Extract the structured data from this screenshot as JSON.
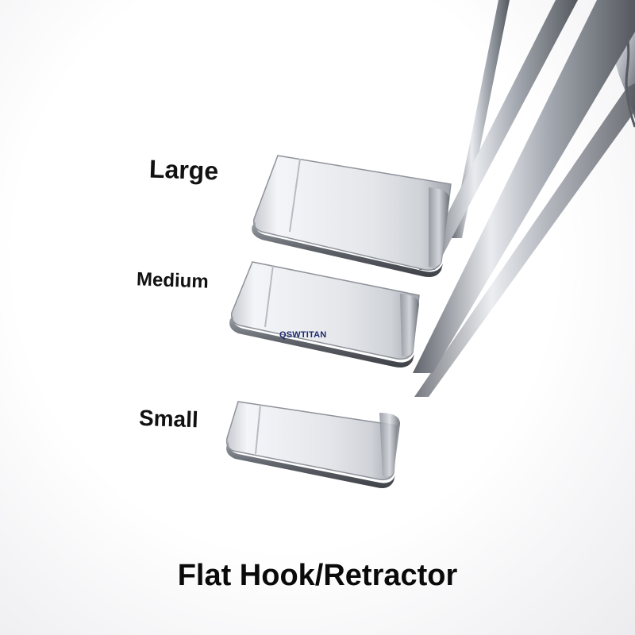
{
  "labels": {
    "large": "Large",
    "medium": "Medium",
    "small": "Small"
  },
  "watermark": "QSWTITAN",
  "caption": "Flat Hook/Retractor",
  "colors": {
    "background": "#ffffff",
    "steel_light": "#f2f3f6",
    "steel_mid": "#b9bcc3",
    "steel_dark": "#6c7079",
    "text": "#111111",
    "watermark": "#1d2a6e"
  }
}
